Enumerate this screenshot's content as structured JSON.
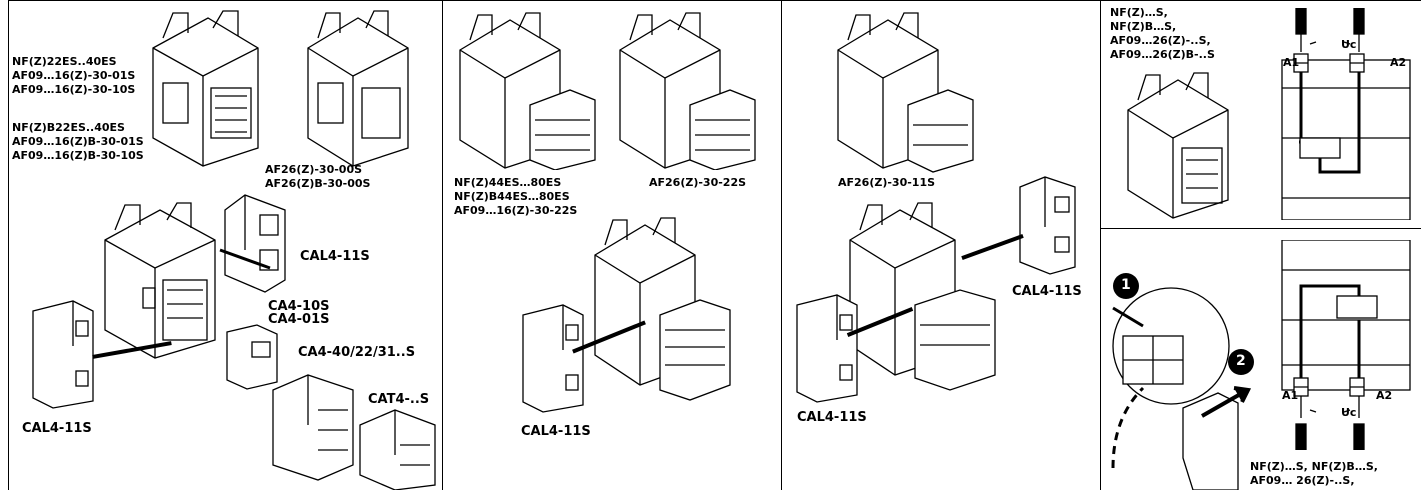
{
  "panel1": {
    "label_block_a": [
      "NF(Z)22ES..40ES",
      "AF09…16(Z)-30-01S",
      "AF09…16(Z)-30-10S"
    ],
    "label_block_b": [
      "NF(Z)B22ES..40ES",
      "AF09…16(Z)B-30-01S",
      "AF09…16(Z)B-30-10S"
    ],
    "label_af26": [
      "AF26(Z)-30-00S",
      "AF26(Z)B-30-00S"
    ],
    "cal4_right": "CAL4-11S",
    "ca4_10s": "CA4-10S",
    "ca4_01s": "CA4-01S",
    "ca4_multi": "CA4-40/22/31..S",
    "cat4": "CAT4-..S",
    "cal4_left": "CAL4-11S"
  },
  "panel2": {
    "label_block": [
      "NF(Z)44ES…80ES",
      "NF(Z)B44ES…80ES",
      "AF09…16(Z)-30-22S"
    ],
    "label_af26_22s": "AF26(Z)-30-22S",
    "cal4_bottom": "CAL4-11S"
  },
  "panel3": {
    "label_af26_11s": "AF26(Z)-30-11S",
    "cal4_right": "CAL4-11S",
    "cal4_bottom": "CAL4-11S"
  },
  "panel4_top": {
    "label_block": [
      "NF(Z)…S,",
      "NF(Z)B…S,",
      "AF09…26(Z)-..S,",
      "AF09…26(Z)B-..S"
    ],
    "terminal_a1": "A1",
    "terminal_a2": "A2",
    "voltage": "Uc"
  },
  "panel4_bottom": {
    "step1": "1",
    "step2": "2",
    "terminal_a1": "A1",
    "terminal_a2": "A2",
    "voltage": "Uc",
    "label_block": [
      "NF(Z)…S, NF(Z)B…S,",
      "AF09… 26(Z)-..S,"
    ]
  }
}
